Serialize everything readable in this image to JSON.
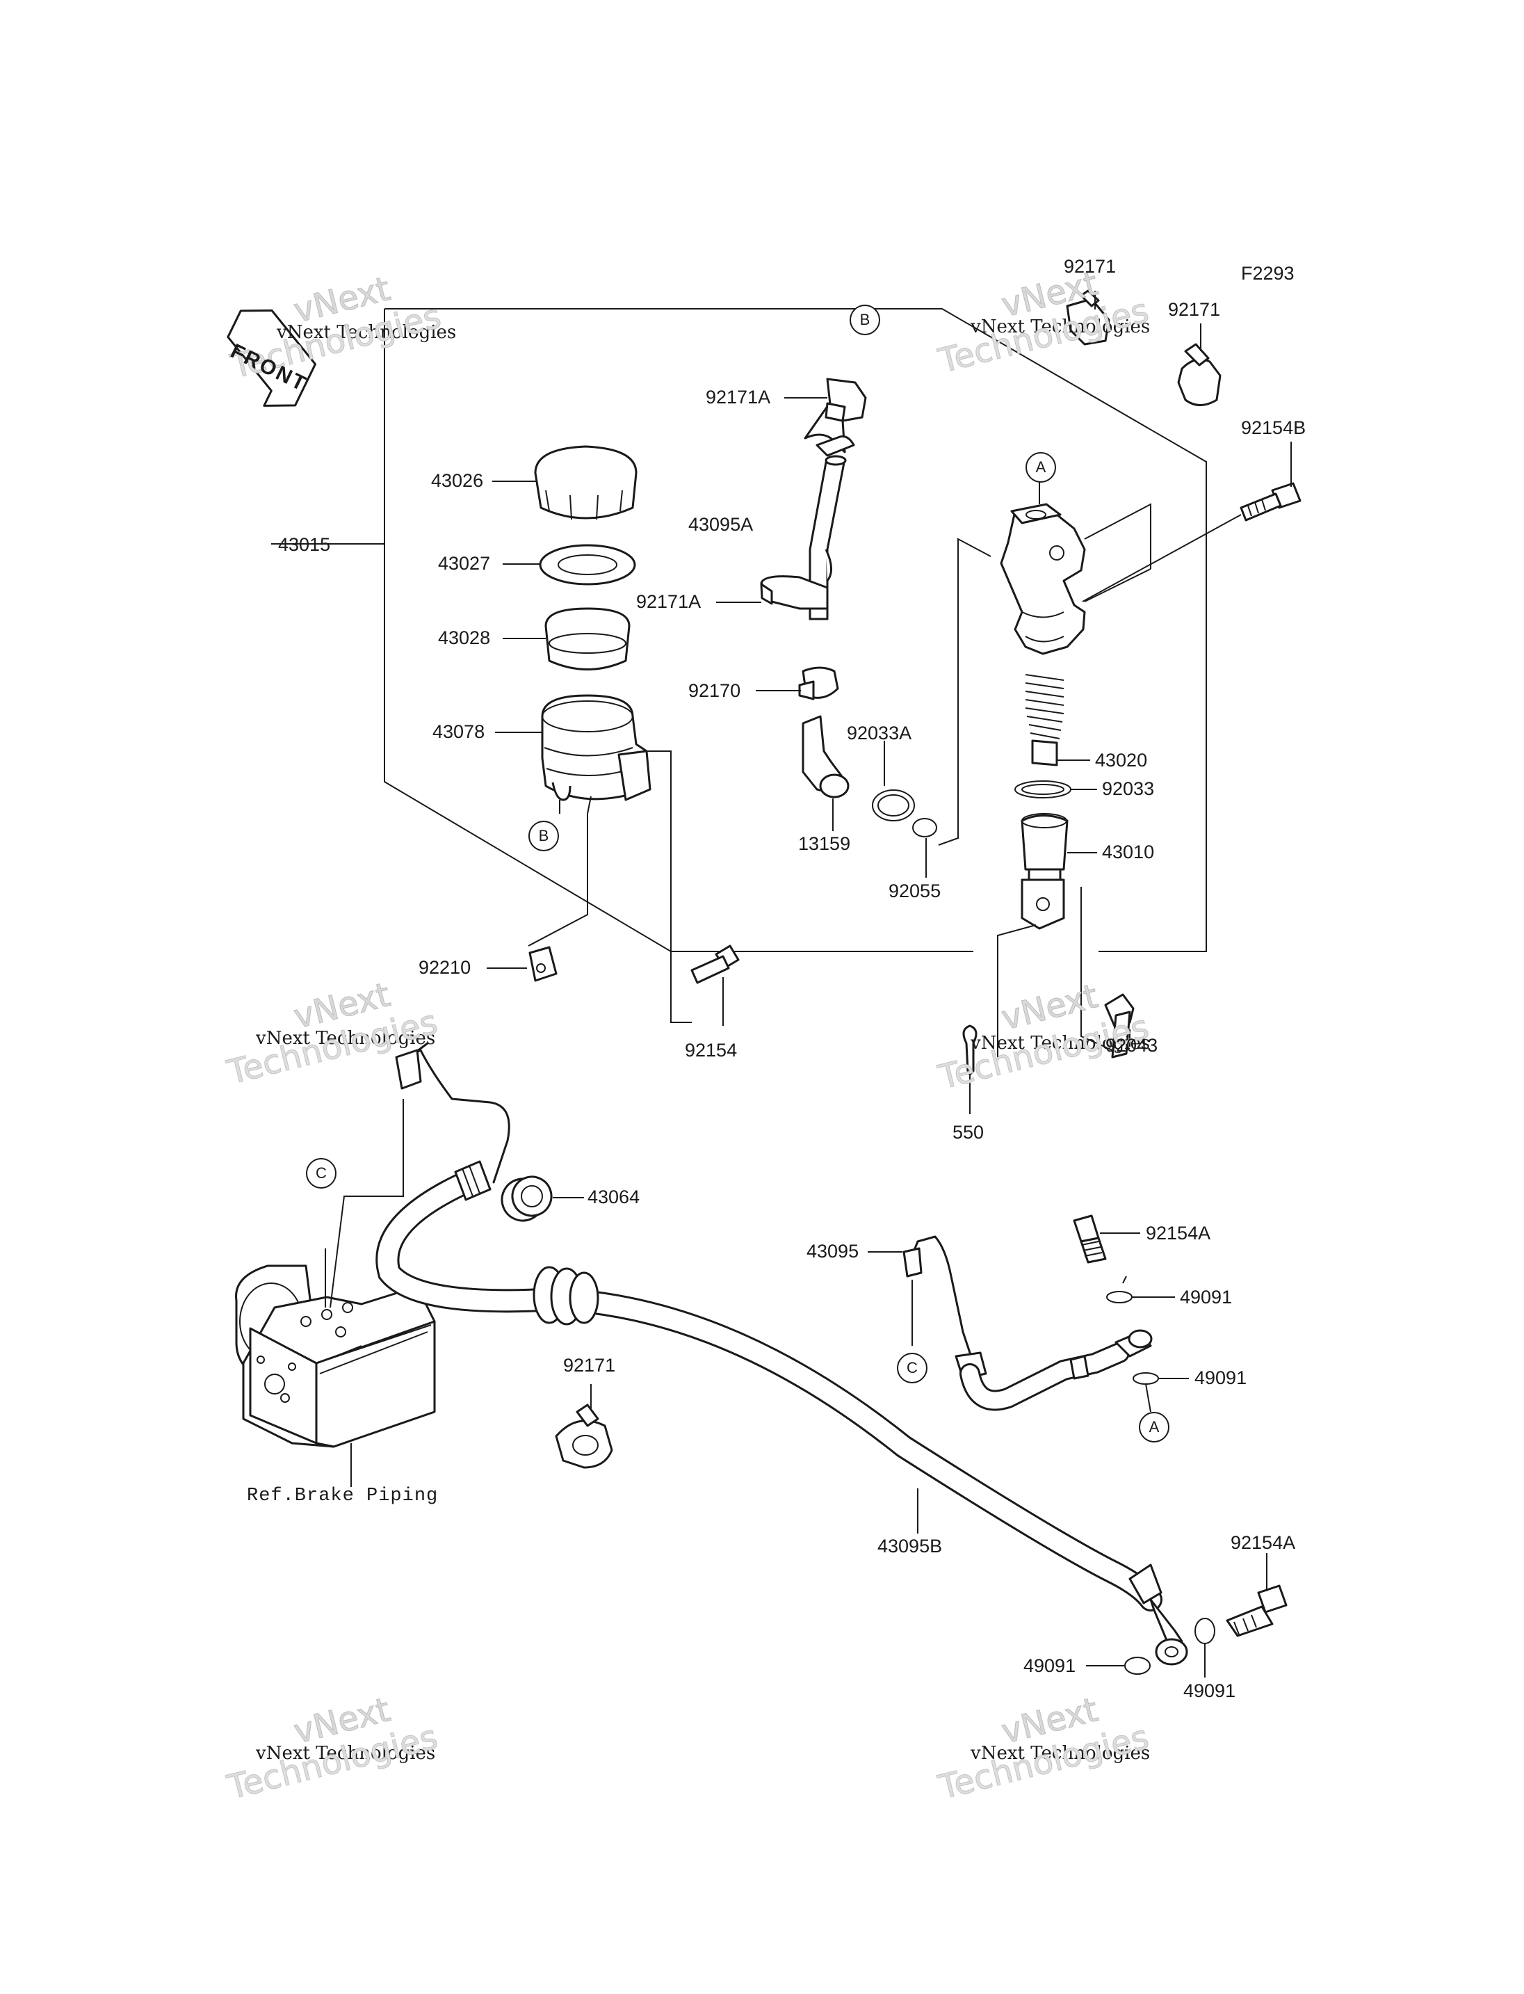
{
  "figure_code": "F2293",
  "front_badge": "FRONT",
  "watermark": {
    "line1": "vNext Technologies",
    "line2": "vNext",
    "line3": "Technologies"
  },
  "parts": {
    "p43015": "43015",
    "p43026": "43026",
    "p43027": "43027",
    "p43028": "43028",
    "p43078": "43078",
    "p92171A_top": "92171A",
    "p43095A": "43095A",
    "p92171A_mid": "92171A",
    "p92170": "92170",
    "p92033A": "92033A",
    "p13159": "13159",
    "p92055": "92055",
    "p92210": "92210",
    "p92154": "92154",
    "p92171_a": "92171",
    "p92171_b": "92171",
    "p92154B": "92154B",
    "p43020": "43020",
    "p92033": "92033",
    "p43010": "43010",
    "p92043": "92043",
    "p550": "550",
    "p43064": "43064",
    "p92154A_top": "92154A",
    "p43095": "43095",
    "p49091_a": "49091",
    "p49091_b": "49091",
    "p92171_c": "92171",
    "p43095B": "43095B",
    "p92154A_bot": "92154A",
    "p49091_c": "49091",
    "p49091_d": "49091",
    "ref_brake_piping": "Ref.Brake Piping"
  },
  "callouts": {
    "a1": "A",
    "a2": "A",
    "b1": "B",
    "b2": "B",
    "c1": "C",
    "c2": "C"
  }
}
